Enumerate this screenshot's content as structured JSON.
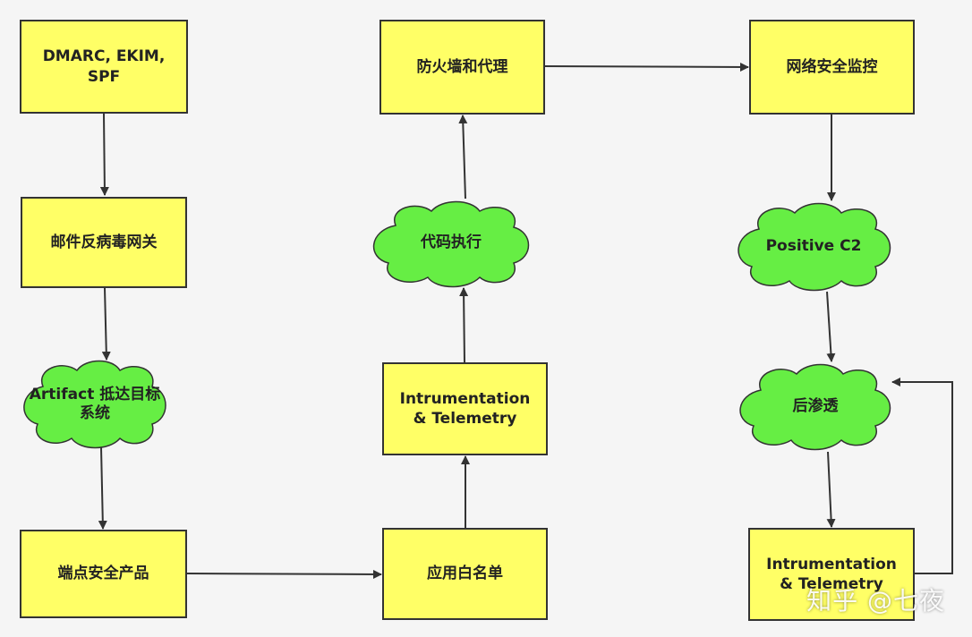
{
  "nodes": {
    "dmarc": "DMARC, EKIM,\nSPF",
    "mail_gateway": "邮件反病毒网关",
    "artifact": "Artifact 抵达目标\n系统",
    "endpoint": "端点安全产品",
    "whitelist": "应用白名单",
    "instr_mid": "Intrumentation\n& Telemetry",
    "code_exec": "代码执行",
    "firewall": "防火墙和代理",
    "netmon": "网络安全监控",
    "positive_c2": "Positive C2",
    "post_exploit": "后渗透",
    "instr_right": "Intrumentation\n& Telemetry"
  },
  "watermark": "知乎 @七夜",
  "colors": {
    "box_fill": "#ffff66",
    "cloud_fill": "#66ee44",
    "stroke": "#333333",
    "background": "#f5f5f5"
  }
}
